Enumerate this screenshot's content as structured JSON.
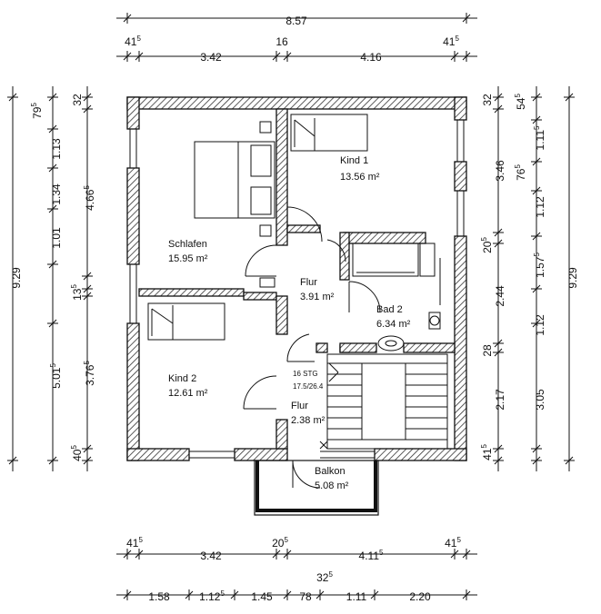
{
  "dimensions": {
    "top": {
      "overall": "8.57",
      "parts": [
        {
          "text": "41",
          "sup": "5"
        },
        {
          "text": "3.42",
          "sup": ""
        },
        {
          "text": "16",
          "sup": ""
        },
        {
          "text": "4.16",
          "sup": ""
        },
        {
          "text": "41",
          "sup": "5"
        }
      ]
    },
    "bottom": {
      "walls": [
        {
          "text": "41",
          "sup": "5"
        },
        {
          "text": "3.42",
          "sup": ""
        },
        {
          "text": "20",
          "sup": "5"
        },
        {
          "text": "4.11",
          "sup": "5"
        },
        {
          "text": "41",
          "sup": "5"
        }
      ],
      "openings": [
        {
          "text": "1.58",
          "sup": ""
        },
        {
          "text": "1.12",
          "sup": "5"
        },
        {
          "text": "1.45",
          "sup": ""
        },
        {
          "text": "78",
          "sup": ""
        },
        {
          "text": "1.11",
          "sup": ""
        },
        {
          "text": "2.20",
          "sup": ""
        }
      ],
      "extra": {
        "text": "32",
        "sup": "5"
      }
    },
    "left": {
      "overall": "9.29",
      "openings": [
        {
          "text": "79",
          "sup": "5"
        },
        {
          "text": "1.13",
          "sup": ""
        },
        {
          "text": "1.34",
          "sup": ""
        },
        {
          "text": "1.01",
          "sup": ""
        },
        {
          "text": "5.01",
          "sup": "5"
        }
      ],
      "walls": [
        {
          "text": "32",
          "sup": ""
        },
        {
          "text": "4.66",
          "sup": "5"
        },
        {
          "text": "13",
          "sup": "5"
        },
        {
          "text": "3.76",
          "sup": "5"
        },
        {
          "text": "40",
          "sup": "5"
        }
      ]
    },
    "right": {
      "overall": "9.29",
      "walls": [
        {
          "text": "32",
          "sup": ""
        },
        {
          "text": "3.46",
          "sup": ""
        },
        {
          "text": "20",
          "sup": "5"
        },
        {
          "text": "2.44",
          "sup": ""
        },
        {
          "text": "28",
          "sup": ""
        },
        {
          "text": "2.17",
          "sup": ""
        },
        {
          "text": "41",
          "sup": "5"
        }
      ],
      "openings": [
        {
          "text": "54",
          "sup": "5"
        },
        {
          "text": "1.11",
          "sup": "5"
        },
        {
          "text": "76",
          "sup": "5"
        },
        {
          "text": "1.12",
          "sup": ""
        },
        {
          "text": "1.57",
          "sup": "5"
        },
        {
          "text": "1.12",
          "sup": ""
        },
        {
          "text": "3.05",
          "sup": ""
        }
      ]
    }
  },
  "rooms": [
    {
      "name": "Schlafen",
      "area": "15.95 m²"
    },
    {
      "name": "Kind 1",
      "area": "13.56 m²"
    },
    {
      "name": "Flur",
      "area": "3.91 m²"
    },
    {
      "name": "Bad 2",
      "area": "6.34 m²"
    },
    {
      "name": "Kind 2",
      "area": "12.61 m²"
    },
    {
      "name": "Flur",
      "area": "2.38 m²"
    },
    {
      "name": "Balkon",
      "area": "5.08 m²"
    }
  ],
  "stair": {
    "line1": "16 STG",
    "line2": "17.5/26.4"
  }
}
